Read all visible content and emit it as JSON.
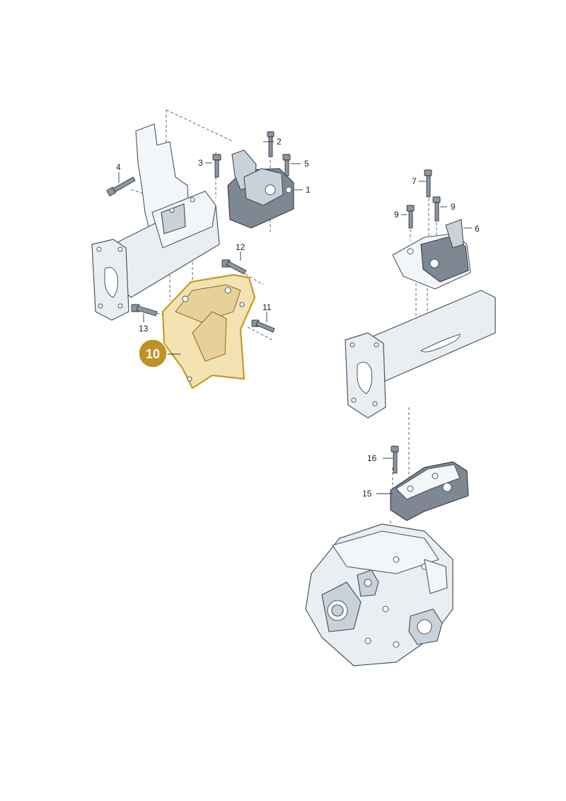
{
  "diagram": {
    "callouts": {
      "c1": "1",
      "c2": "2",
      "c3": "3",
      "c4": "4",
      "c5": "5",
      "c6": "6",
      "c7": "7",
      "c9a": "9",
      "c9b": "9",
      "c11": "11",
      "c12": "12",
      "c13": "13",
      "c15": "15",
      "c16": "16"
    },
    "highlighted_part": "10",
    "colors": {
      "highlight_fill": "#f3e3b3",
      "highlight_stroke": "#c79b22",
      "badge": "#bf9226"
    }
  }
}
